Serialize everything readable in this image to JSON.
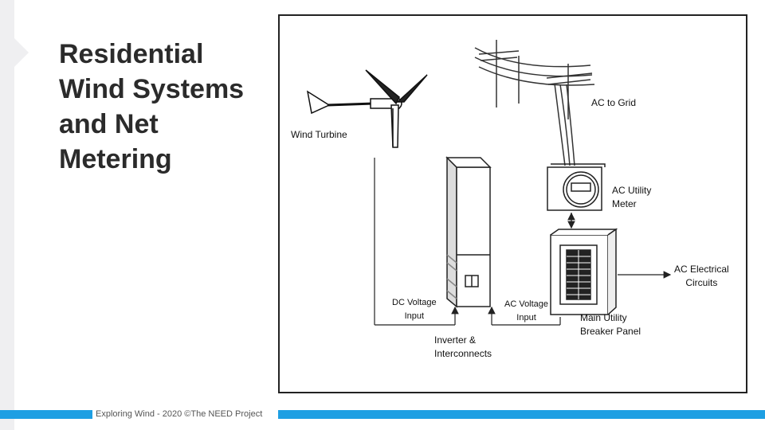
{
  "slide": {
    "title": "Residential\nWind Systems\nand Net\nMetering",
    "footer": "Exploring Wind - 2020 ©The NEED Project"
  },
  "diagram": {
    "labels": {
      "wind_turbine": "Wind Turbine",
      "ac_to_grid": "AC to Grid",
      "ac_utility_meter": "AC Utility\nMeter",
      "ac_electrical_circuits": "AC Electrical\nCircuits",
      "dc_voltage_input": "DC Voltage\nInput",
      "ac_voltage_input": "AC Voltage\nInput",
      "inverter_interconnects": "Inverter &\nInterconnects",
      "main_utility_breaker_panel": "Main Utility\nBreaker Panel"
    }
  },
  "colors": {
    "accent_bar": "#1e9fe3",
    "title_text": "#2b2b2b",
    "strip": "#efeff1"
  }
}
